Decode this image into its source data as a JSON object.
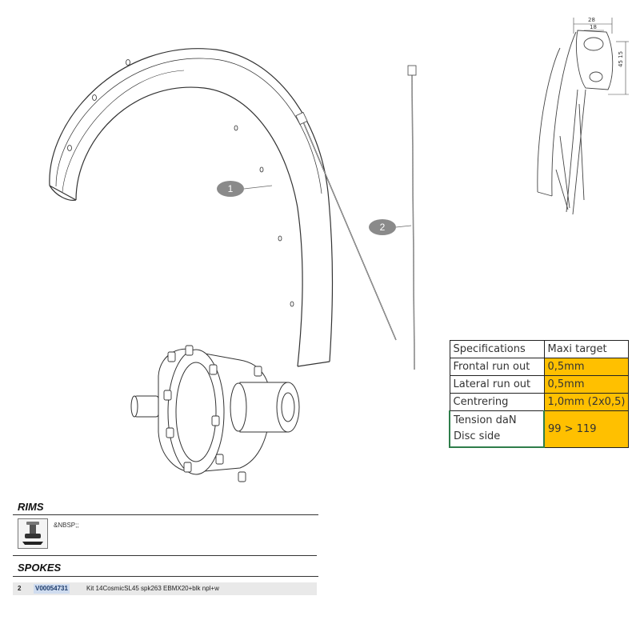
{
  "diagram": {
    "callouts": [
      "1",
      "2"
    ],
    "dimensions": [
      "28",
      "18",
      "45",
      "15"
    ]
  },
  "specs_table": {
    "rows": [
      {
        "label": "Specifications",
        "value": "Maxi target"
      },
      {
        "label": "Frontal run out",
        "value": "0,5mm"
      },
      {
        "label": "Lateral run out",
        "value": "0,5mm"
      },
      {
        "label": "Centrering",
        "value": "1,0mm (2x0,5)"
      },
      {
        "label_line1": "Tension daN",
        "label_line2": "Disc side",
        "value": "99 > 119"
      }
    ],
    "highlight_color": "#ffc000"
  },
  "parts": {
    "rims": {
      "title": "RIMS",
      "text": "&NBSP;;"
    },
    "spokes": {
      "title": "SPOKES",
      "qty": "2",
      "reference": "V00054731",
      "description": "Kit 14CosmicSL45 spk263 EBMX20+blk npl+w"
    }
  }
}
